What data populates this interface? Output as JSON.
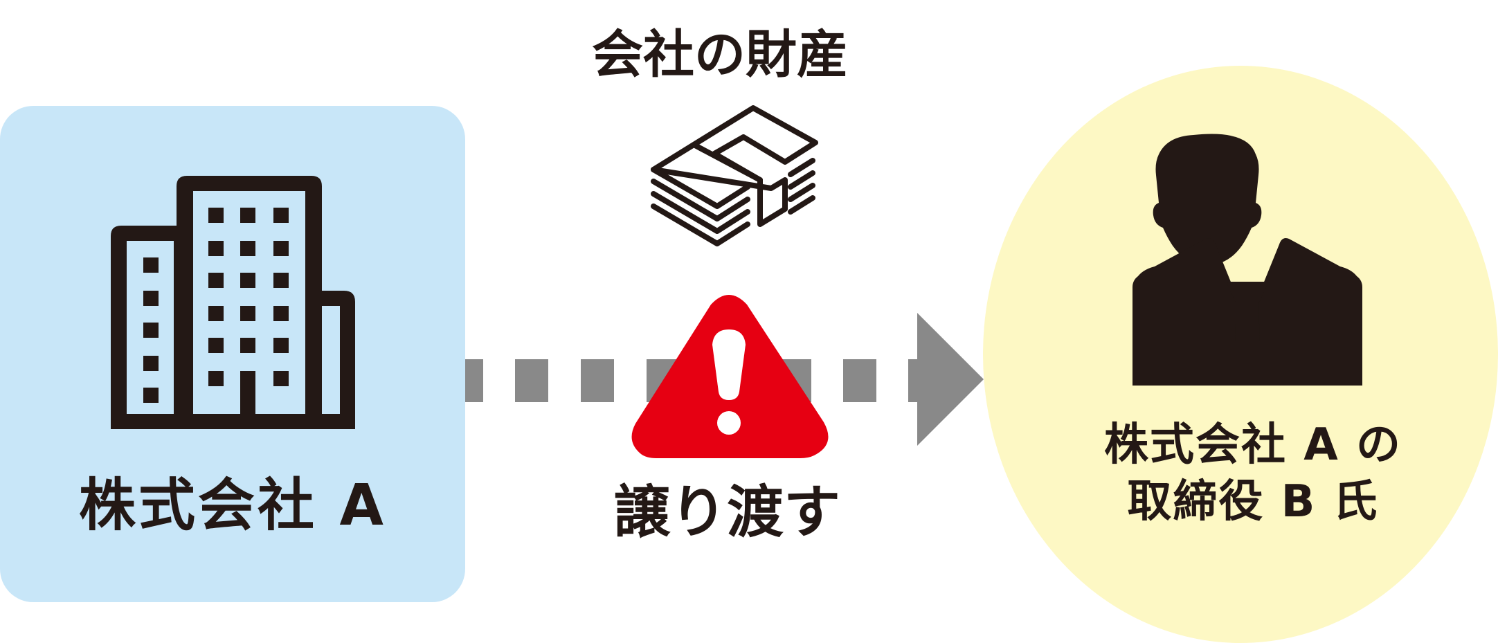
{
  "left_entity": {
    "label": "株式会社 A",
    "icon": "office-building-icon",
    "background_color": "#c8e6f8"
  },
  "right_entity": {
    "label_line1": "株式会社 A の",
    "label_line2": "取締役 B 氏",
    "icon": "businessman-icon",
    "background_color": "#fdf8c4"
  },
  "asset": {
    "label": "会社の財産",
    "icon": "banknote-stack-icon"
  },
  "transfer": {
    "label": "譲り渡す",
    "arrow_color": "#898989",
    "warning_icon": "warning-triangle-icon",
    "warning_color": "#e60012"
  },
  "colors": {
    "ink": "#231815"
  }
}
